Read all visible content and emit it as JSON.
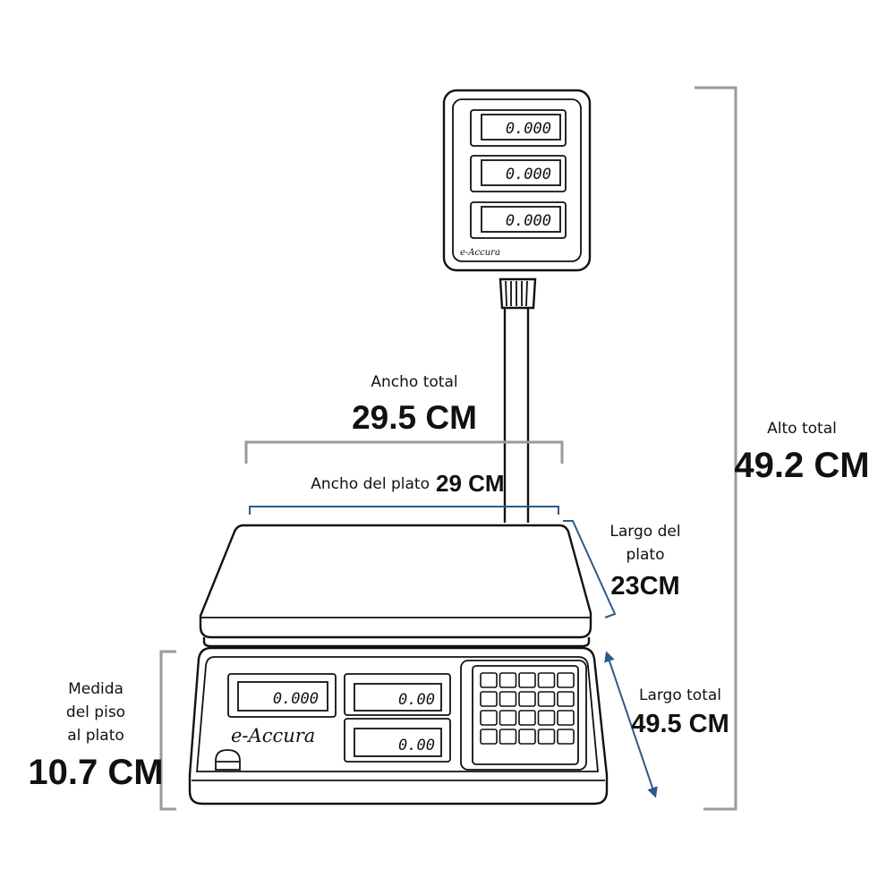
{
  "product": {
    "brand": "e-Accura",
    "tower_displays": [
      "0.000",
      "0.000",
      "0.000"
    ],
    "base_displays": {
      "weight": "0.000",
      "price": "0.00",
      "total": "0.00"
    }
  },
  "dimensions": {
    "ancho_total": {
      "label": "Ancho total",
      "value": "29.5 CM"
    },
    "ancho_plato": {
      "label": "Ancho del plato",
      "value": "29 CM"
    },
    "largo_plato": {
      "label_line1": "Largo del",
      "label_line2": "plato",
      "value": "23CM"
    },
    "alto_total": {
      "label": "Alto total",
      "value": "49.2 CM"
    },
    "largo_total": {
      "label": "Largo total",
      "value": "49.5 CM"
    },
    "piso_plato": {
      "label_line1": "Medida",
      "label_line2": "del piso",
      "label_line3": "al plato",
      "value": "10.7 CM"
    }
  },
  "colors": {
    "outline": "#111111",
    "dimension_gray": "#9a9a9a",
    "dimension_blue": "#2e5a8a"
  }
}
